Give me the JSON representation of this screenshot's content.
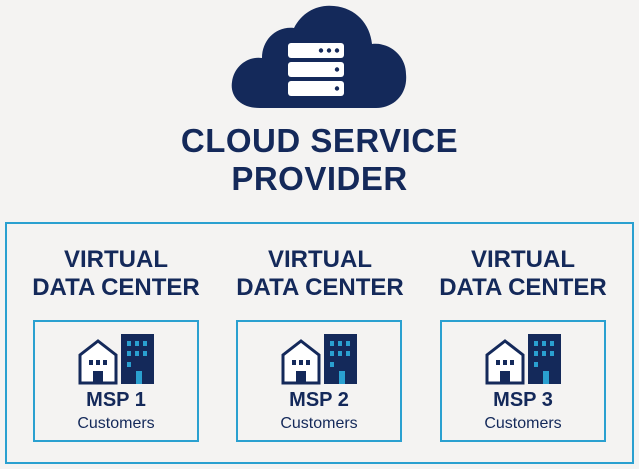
{
  "header": {
    "icon": "cloud-server-icon",
    "title_line1": "CLOUD SERVICE",
    "title_line2": "PROVIDER"
  },
  "colors": {
    "navy": "#14295a",
    "accent": "#2aa0d0",
    "background": "#f4f3f2"
  },
  "data_centers": [
    {
      "line1": "VIRTUAL",
      "line2": "DATA CENTER",
      "msp": {
        "name": "MSP 1",
        "label": "Customers",
        "icon": "buildings-icon"
      }
    },
    {
      "line1": "VIRTUAL",
      "line2": "DATA CENTER",
      "msp": {
        "name": "MSP 2",
        "label": "Customers",
        "icon": "buildings-icon"
      }
    },
    {
      "line1": "VIRTUAL",
      "line2": "DATA CENTER",
      "msp": {
        "name": "MSP 3",
        "label": "Customers",
        "icon": "buildings-icon"
      }
    }
  ]
}
